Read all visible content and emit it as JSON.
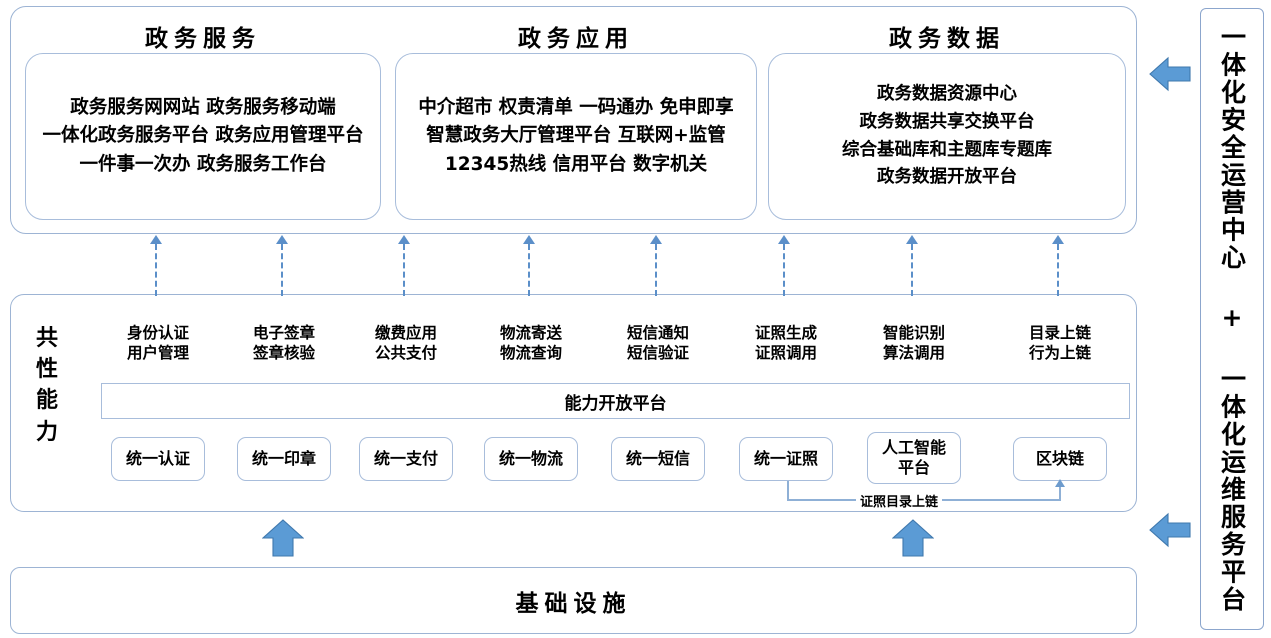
{
  "diagram": {
    "top_layer": {
      "sections": [
        {
          "title": "政务服务",
          "items": [
            "政务服务网网站 政务服务移动端",
            "一体化政务服务平台 政务应用管理平台",
            "一件事一次办 政务服务工作台"
          ]
        },
        {
          "title": "政务应用",
          "items": [
            "中介超市 权责清单 一码通办 免申即享",
            "智慧政务大厅管理平台 互联网+监管",
            "12345热线 信用平台 数字机关"
          ]
        },
        {
          "title": "政务数据",
          "items": [
            "政务数据资源中心",
            "政务数据共享交换平台",
            "综合基础库和主题库专题库",
            "政务数据开放平台"
          ]
        }
      ]
    },
    "capability_layer": {
      "vertical_label_chars": [
        "共",
        "性",
        "能",
        "力"
      ],
      "open_platform_label": "能力开放平台",
      "columns": [
        {
          "functions": [
            "身份认证",
            "用户管理"
          ],
          "box": "统一认证"
        },
        {
          "functions": [
            "电子签章",
            "签章核验"
          ],
          "box": "统一印章"
        },
        {
          "functions": [
            "缴费应用",
            "公共支付"
          ],
          "box": "统一支付"
        },
        {
          "functions": [
            "物流寄送",
            "物流查询"
          ],
          "box": "统一物流"
        },
        {
          "functions": [
            "短信通知",
            "短信验证"
          ],
          "box": "统一短信"
        },
        {
          "functions": [
            "证照生成",
            "证照调用"
          ],
          "box": "统一证照"
        },
        {
          "functions": [
            "智能识别",
            "算法调用"
          ],
          "box": "人工智能\n平台"
        },
        {
          "functions": [
            "目录上链",
            "行为上链"
          ],
          "box": "区块链"
        }
      ],
      "connector_label": "证照目录上链"
    },
    "infrastructure": {
      "label": "基础设施"
    },
    "right_sidebar": {
      "label": "一体化安全运营中心 + 一体化运维服务平台"
    },
    "colors": {
      "border": "#a8bddb",
      "dashed_arrow": "#5b8fc9",
      "block_arrow_fill": "#5b9bd5",
      "block_arrow_stroke": "#3f78ad",
      "connector": "#8fb0d6"
    }
  }
}
